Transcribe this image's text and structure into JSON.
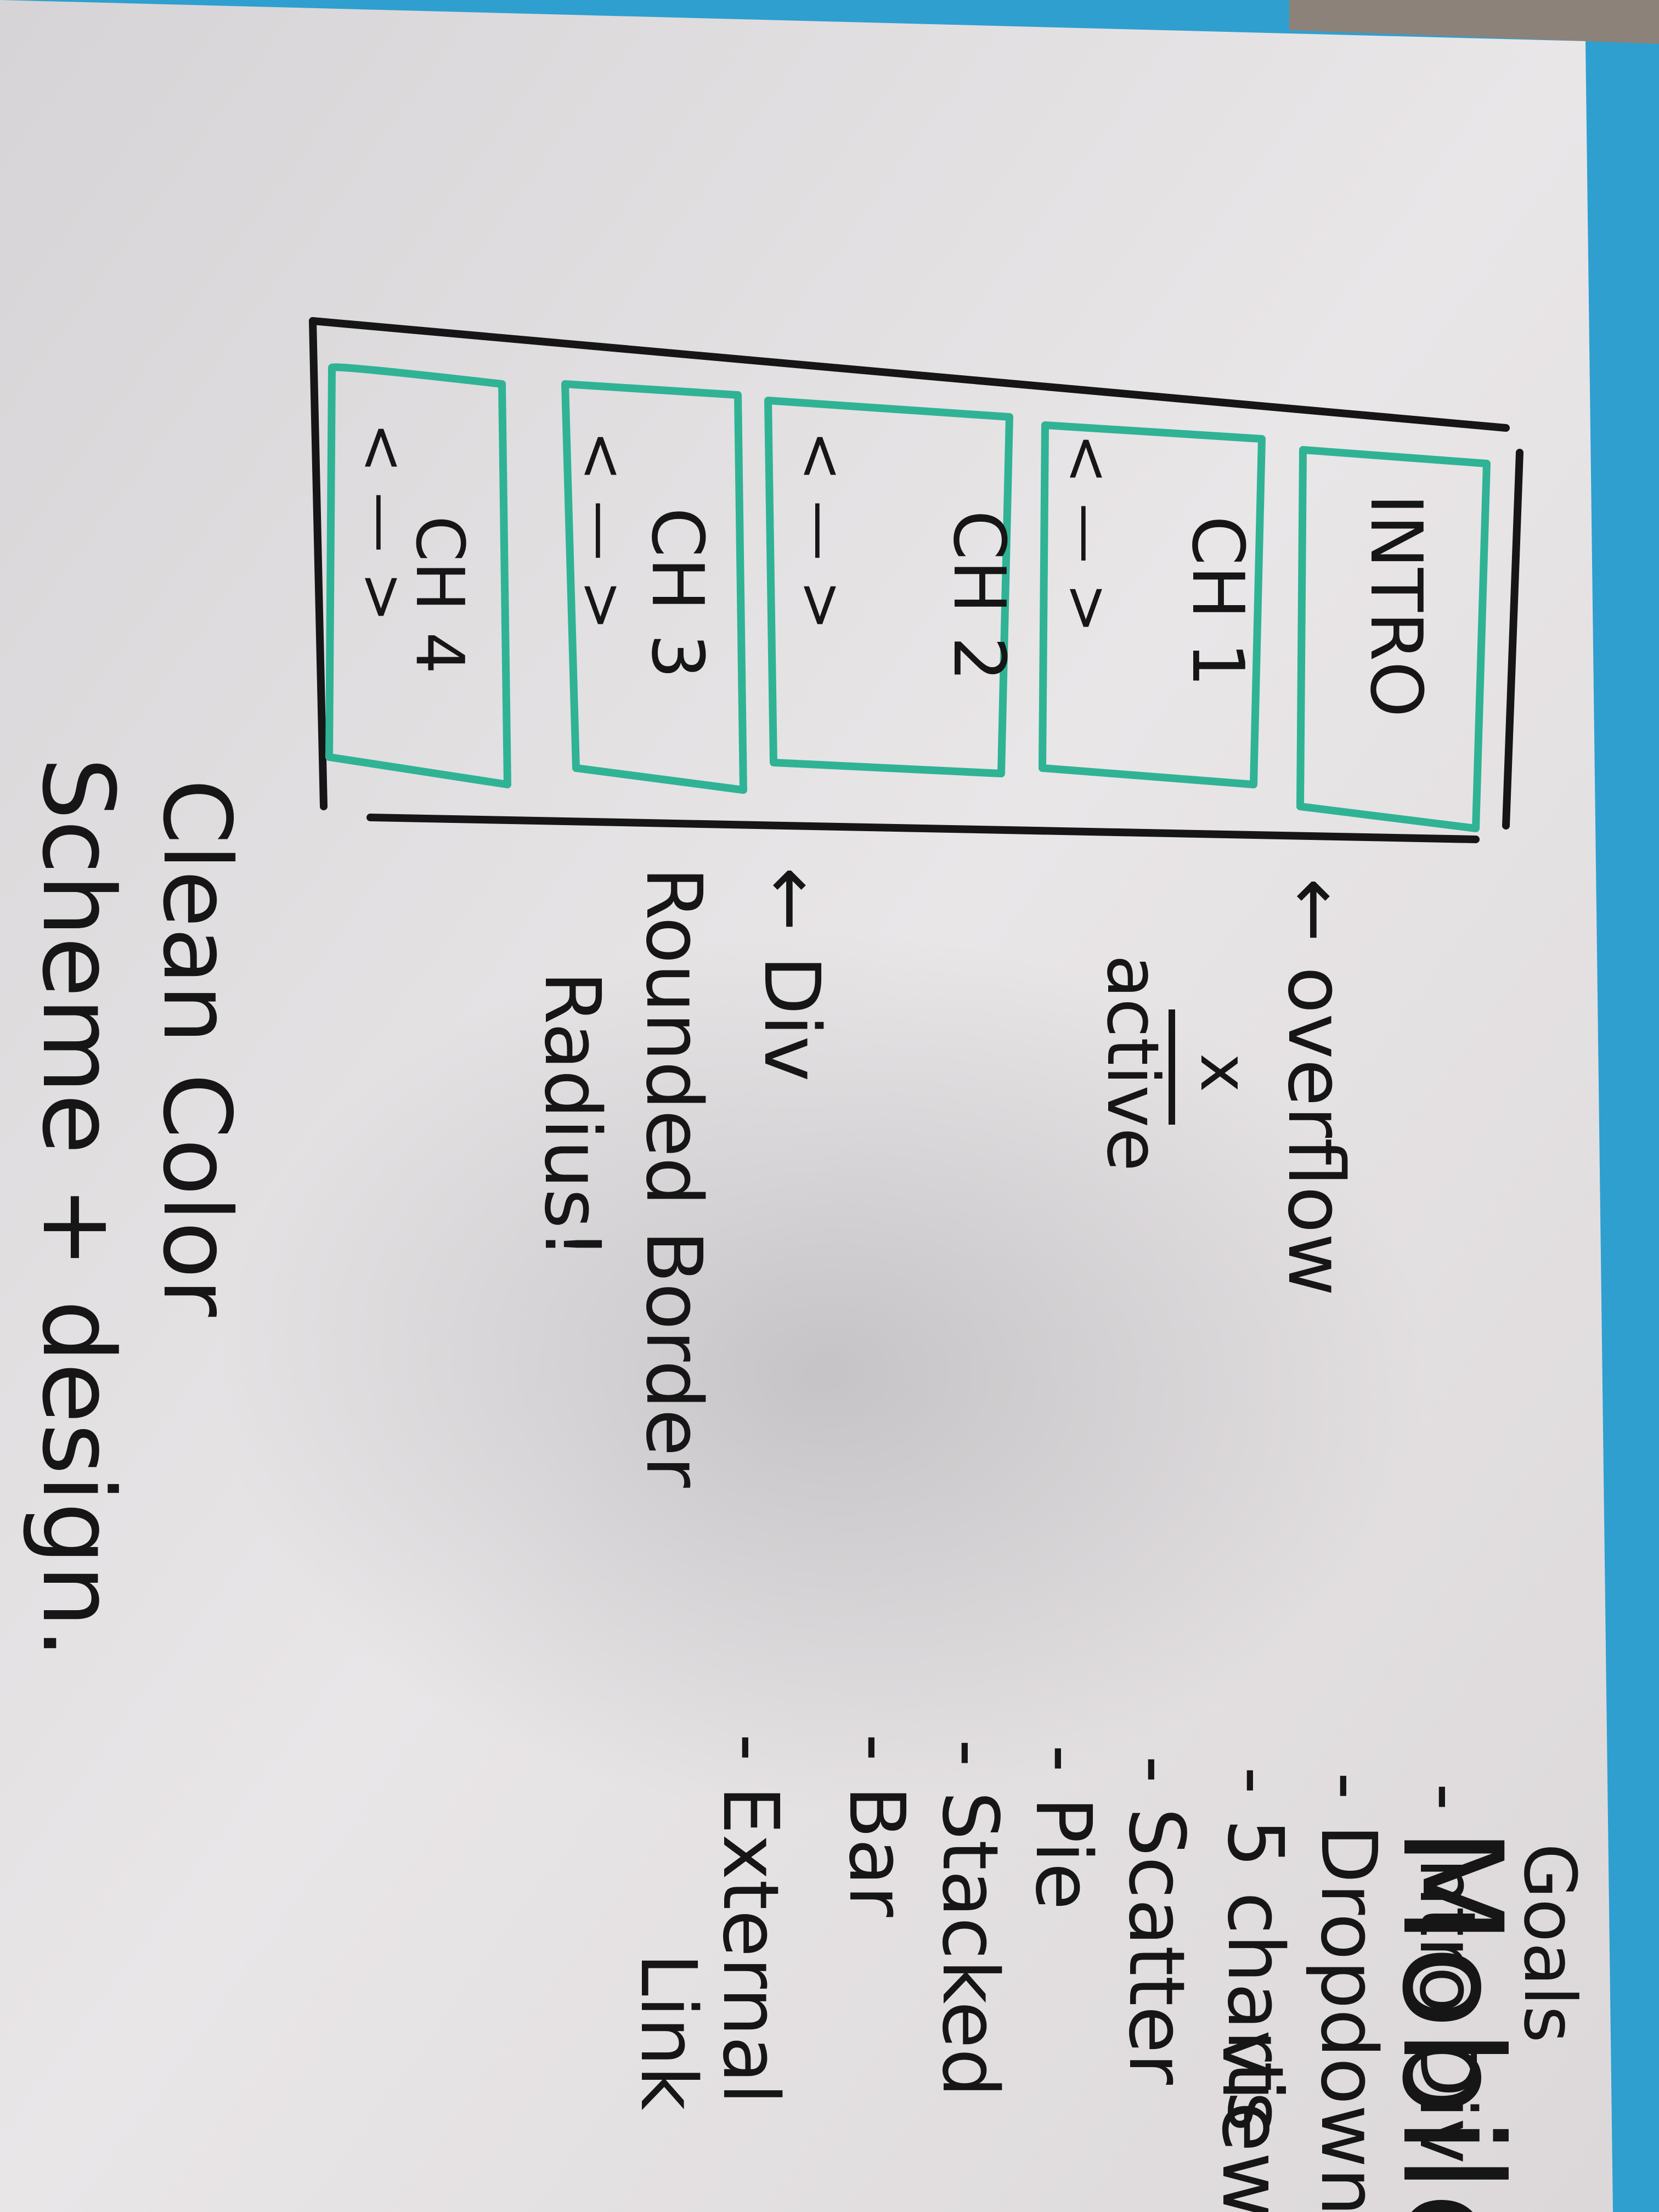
{
  "board": {
    "frame_color": "#2f9fd0",
    "surface_color": "#e6e3e4",
    "ink_color": "#161616",
    "accent_color": "#2fb394"
  },
  "sketch": {
    "panels": [
      {
        "label": "INTRO",
        "arrows": ""
      },
      {
        "label": "CH 1",
        "arrows": "< — >"
      },
      {
        "label": "CH 2",
        "arrows": "< — >"
      },
      {
        "label": "CH 3",
        "arrows": "< — >"
      },
      {
        "label": "CH 4",
        "arrows": "< — >"
      }
    ]
  },
  "notes": {
    "overflow": "← overflow",
    "overflow_x": "x",
    "active": "active",
    "div": "← Div",
    "rounded_border": "Rounded Border",
    "radius": "Radius!",
    "clean_color": "Clean Color",
    "scheme_design": "Scheme + design."
  },
  "goals": {
    "title": "Goals",
    "items": [
      "- Intro Div",
      "- Dropdowns",
      "- 5 charts",
      "- Scatter",
      "- Pie",
      "- Stacked",
      "- Bar",
      "- External",
      "Link"
    ],
    "mobile": "Mobile",
    "view": "view"
  }
}
